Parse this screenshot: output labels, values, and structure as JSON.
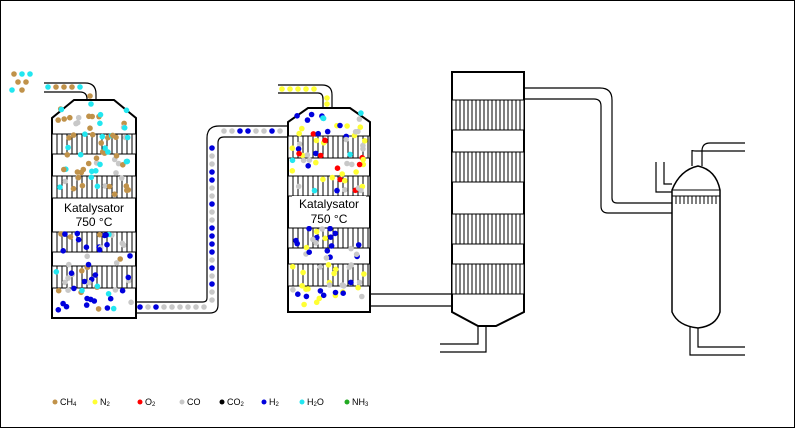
{
  "reactor_1": {
    "label_line1": "Katalysator",
    "label_line2": "750 °C"
  },
  "reactor_2": {
    "label_line1": "Katalysator",
    "label_line2": "750 °C"
  },
  "legend": [
    {
      "name": "legend-ch4",
      "main": "CH",
      "sub": "4",
      "color": "#c0924a"
    },
    {
      "name": "legend-n2",
      "main": "N",
      "sub": "2",
      "color": "#ffff33"
    },
    {
      "name": "legend-o2",
      "main": "O",
      "sub": "2",
      "color": "#ff0000"
    },
    {
      "name": "legend-co",
      "main": "CO",
      "sub": "",
      "color": "#c8c8c8"
    },
    {
      "name": "legend-co2",
      "main": "CO",
      "sub": "2",
      "color": "#000000"
    },
    {
      "name": "legend-h2",
      "main": "H",
      "sub": "2",
      "color": "#0000dd"
    },
    {
      "name": "legend-h2o",
      "main": "H",
      "sub": "2",
      "main2": "O",
      "color": "#22e6f0"
    },
    {
      "name": "legend-nh3",
      "main": "NH",
      "sub": "3",
      "color": "#22aa22"
    }
  ]
}
